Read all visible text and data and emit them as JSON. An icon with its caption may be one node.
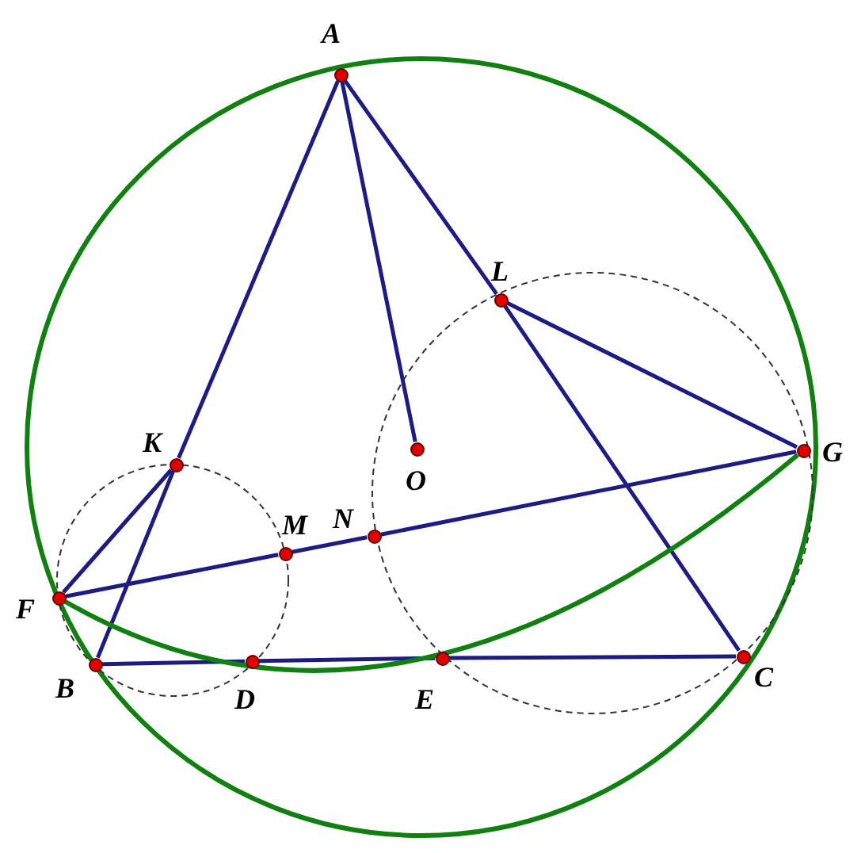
{
  "diagram": {
    "nodes": [
      {
        "text": [],
        "shape": "circle",
        "beside": [
          "A"
        ]
      },
      {
        "text": [],
        "shape": "circle",
        "beside": [
          "L"
        ]
      },
      {
        "text": [],
        "shape": "circle",
        "beside": [
          "G"
        ]
      },
      {
        "text": [],
        "shape": "circle",
        "beside": [
          "O"
        ]
      },
      {
        "text": [],
        "shape": "circle",
        "beside": [
          "K"
        ]
      },
      {
        "text": [],
        "shape": "circle",
        "beside": [
          "N"
        ]
      },
      {
        "text": [],
        "shape": "circle",
        "beside": [
          "M"
        ]
      },
      {
        "text": [],
        "shape": "circle",
        "beside": [
          "F"
        ]
      },
      {
        "text": [],
        "shape": "circle",
        "beside": [
          "B"
        ]
      },
      {
        "text": [],
        "shape": "circle",
        "beside": [
          "D"
        ]
      },
      {
        "text": [],
        "shape": "circle",
        "beside": [
          "E"
        ]
      },
      {
        "text": [],
        "shape": "circle",
        "beside": [
          "C"
        ]
      }
    ],
    "edges": [
      {
        "from": 0,
        "to": 4,
        "arrow": "none"
      },
      {
        "from": 4,
        "to": 8,
        "arrow": "none"
      },
      {
        "from": 0,
        "to": 1,
        "arrow": "none"
      },
      {
        "from": 1,
        "to": 11,
        "arrow": "none"
      },
      {
        "from": 0,
        "to": 3,
        "arrow": "none"
      },
      {
        "from": 1,
        "to": 2,
        "arrow": "none"
      },
      {
        "from": 7,
        "to": 6,
        "arrow": "none"
      },
      {
        "from": 6,
        "to": 5,
        "arrow": "none"
      },
      {
        "from": 5,
        "to": 2,
        "arrow": "none"
      },
      {
        "from": 7,
        "to": 4,
        "arrow": "none"
      },
      {
        "from": 8,
        "to": 9,
        "arrow": "none"
      },
      {
        "from": 9,
        "to": 10,
        "arrow": "none"
      },
      {
        "from": 10,
        "to": 11,
        "arrow": "none"
      },
      {
        "from": 7,
        "to": 2,
        "arrow": "none",
        "color": "#108010"
      }
    ]
  }
}
